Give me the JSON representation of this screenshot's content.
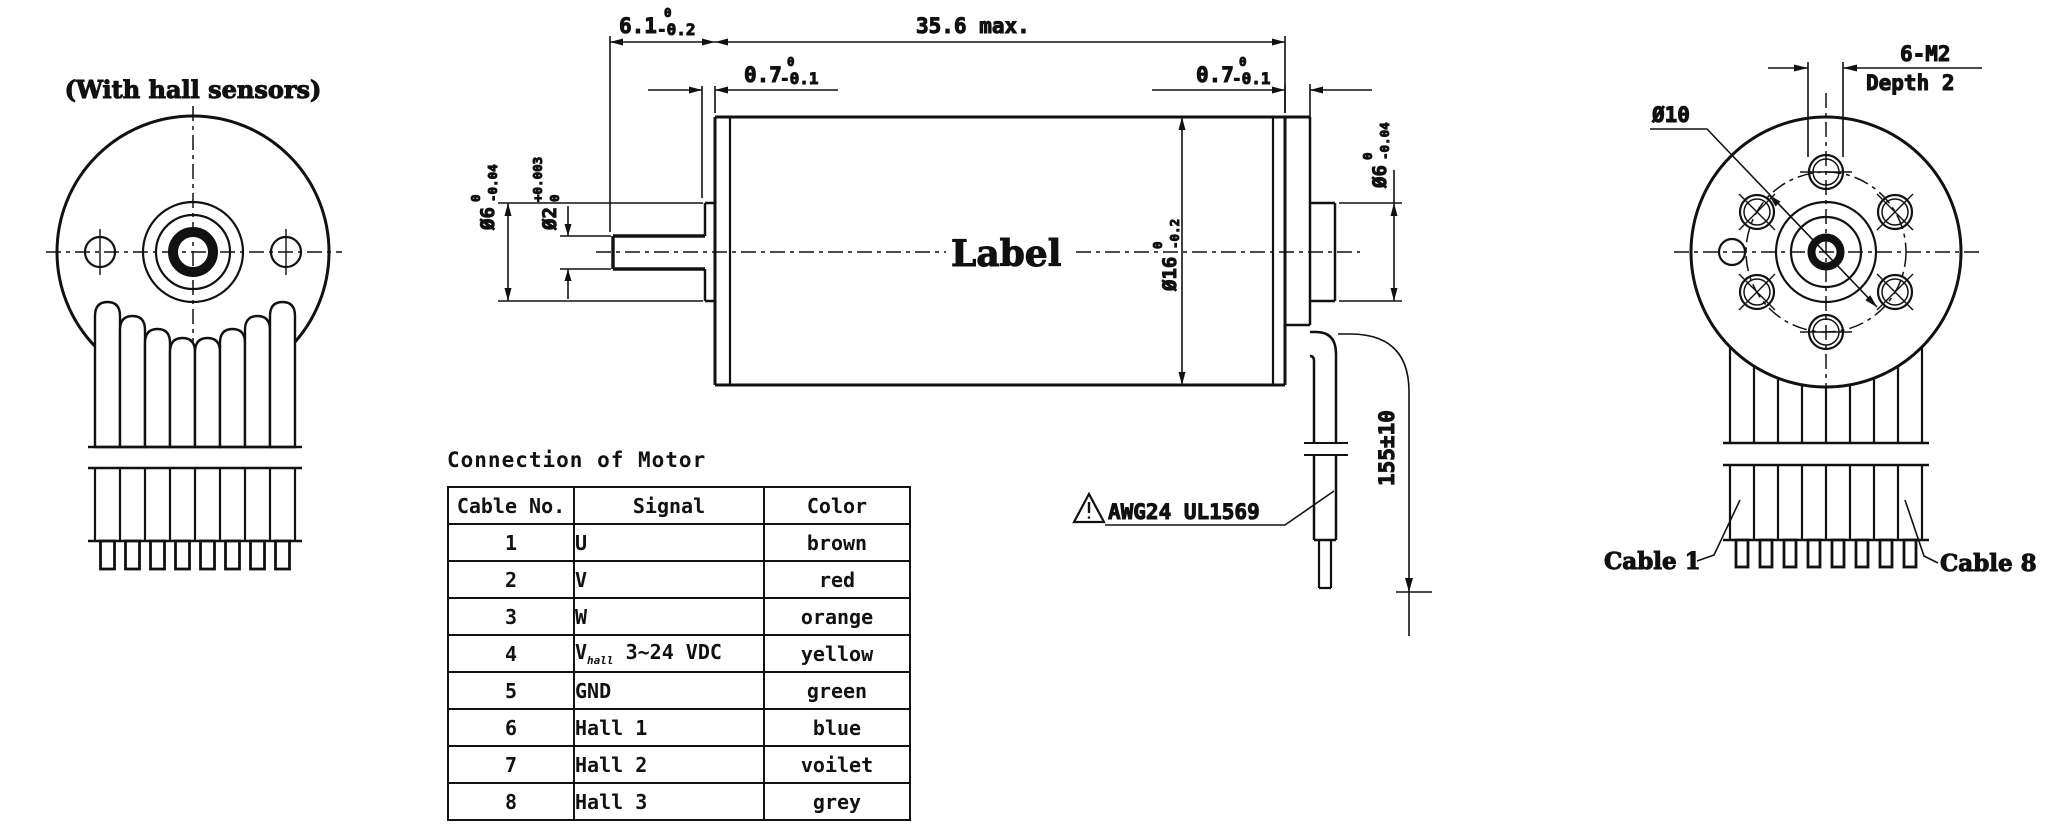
{
  "front_view": {
    "caption": "(With hall sensors)"
  },
  "side_view": {
    "label": "Label",
    "cable_note": "AWG24 UL1569",
    "dim_shaft_length": {
      "value": "6.1",
      "tol_upper": "0",
      "tol_lower": "-0.2"
    },
    "dim_body_length": "35.6 max.",
    "dim_front_boss_length": {
      "value": "0.7",
      "tol_upper": "0",
      "tol_lower": "-0.1"
    },
    "dim_rear_plate": {
      "value": "0.7",
      "tol_upper": "0",
      "tol_lower": "-0.1"
    },
    "dim_front_boss_dia": {
      "value": "Ø6",
      "tol_upper": "0",
      "tol_lower": "-0.04"
    },
    "dim_shaft_dia": {
      "value": "Ø2",
      "tol_upper": "+0.003",
      "tol_lower": "0"
    },
    "dim_body_dia": {
      "value": "Ø16",
      "tol_upper": "0",
      "tol_lower": "-0.2"
    },
    "dim_rear_boss_dia": {
      "value": "Ø6",
      "tol_upper": "0",
      "tol_lower": "-0.04"
    },
    "dim_cable_length": "155±10"
  },
  "rear_view": {
    "dim_bolt_circle": "Ø10",
    "dim_tap": "6-M2",
    "dim_tap_depth": "Depth 2",
    "cable_first_label": "Cable 1",
    "cable_last_label": "Cable 8"
  },
  "connection_table": {
    "title": "Connection of Motor",
    "headers": [
      "Cable No.",
      "Signal",
      "Color"
    ],
    "rows": [
      {
        "cable_no": "1",
        "signal": "U",
        "color": "brown"
      },
      {
        "cable_no": "2",
        "signal": "V",
        "color": "red"
      },
      {
        "cable_no": "3",
        "signal": "W",
        "color": "orange"
      },
      {
        "cable_no": "4",
        "signal": "V",
        "signal_sub": "hall",
        "signal_suffix": " 3~24 VDC",
        "color": "yellow"
      },
      {
        "cable_no": "5",
        "signal": "GND",
        "color": "green"
      },
      {
        "cable_no": "6",
        "signal": "Hall 1",
        "color": "blue"
      },
      {
        "cable_no": "7",
        "signal": "Hall 2",
        "color": "voilet"
      },
      {
        "cable_no": "8",
        "signal": "Hall 3",
        "color": "grey"
      }
    ]
  }
}
